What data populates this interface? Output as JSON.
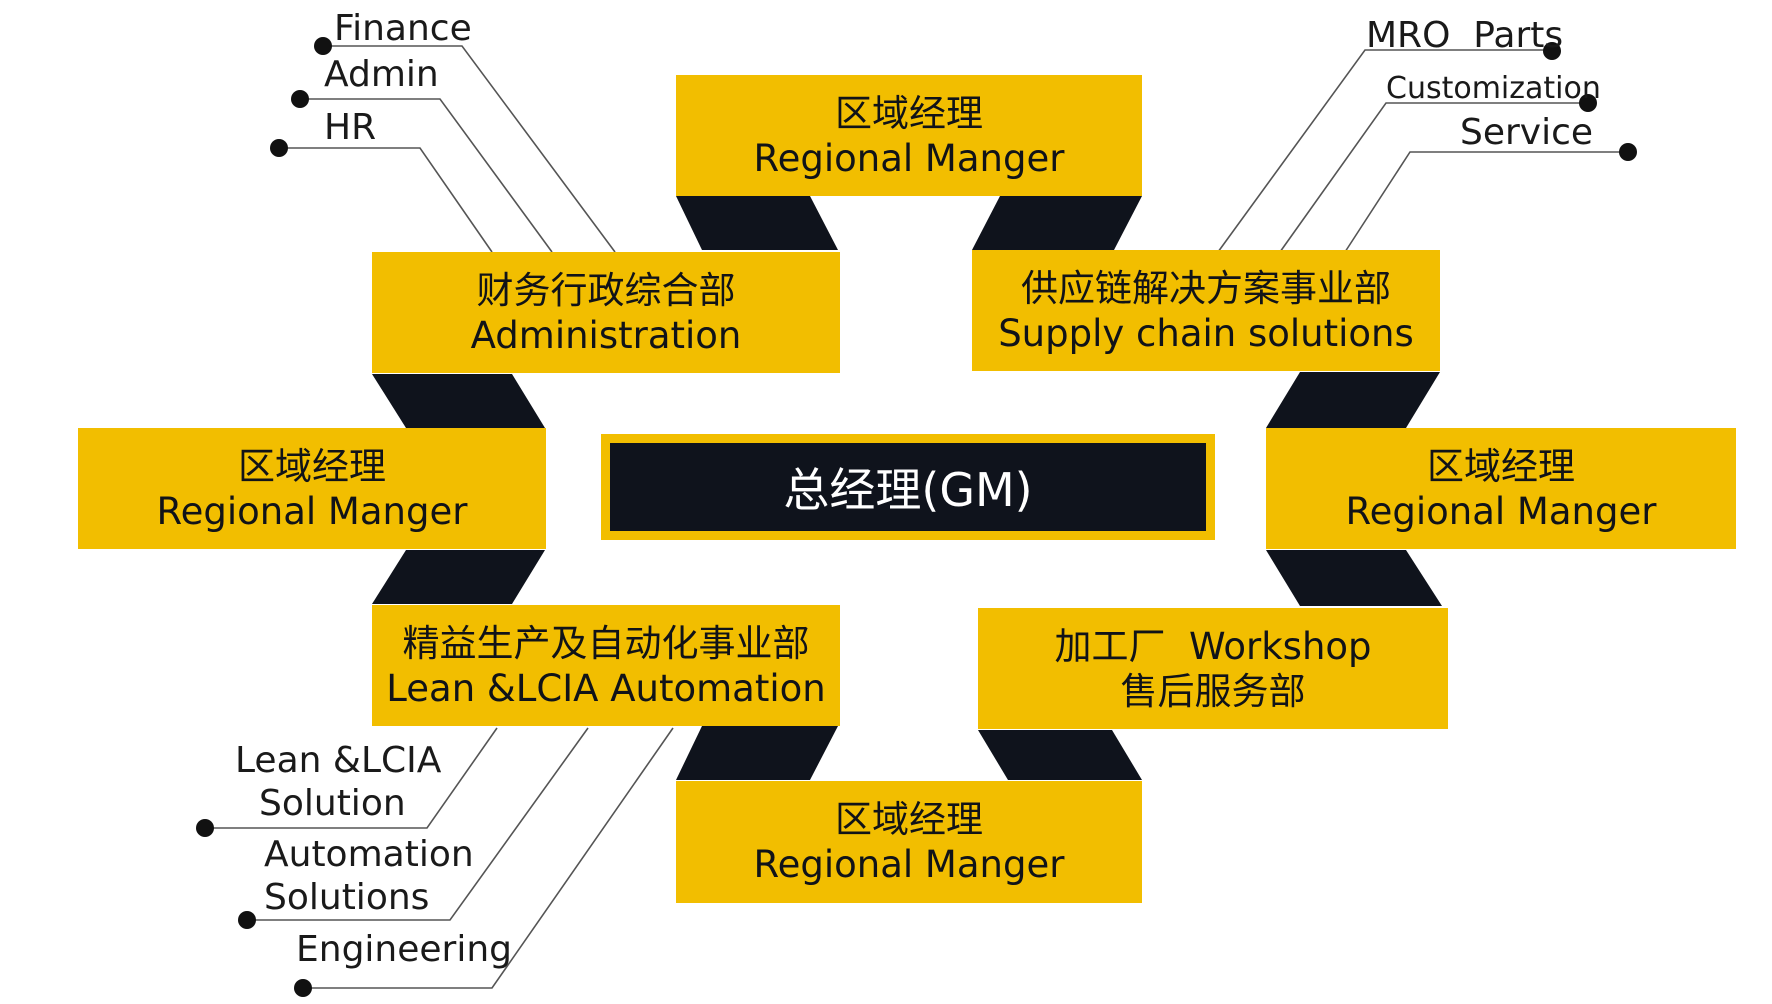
{
  "center": {
    "label": "总经理(GM)"
  },
  "boxes": {
    "regional_top": {
      "cn": "区域经理",
      "en": "Regional Manger"
    },
    "admin": {
      "cn": "财务行政综合部",
      "en": "Administration"
    },
    "supply": {
      "cn": "供应链解决方案事业部",
      "en": "Supply chain solutions"
    },
    "regional_left": {
      "cn": "区域经理",
      "en": "Regional Manger"
    },
    "regional_right": {
      "cn": "区域经理",
      "en": "Regional Manger"
    },
    "lean": {
      "cn": "精益生产及自动化事业部",
      "en": "Lean &LCIA Automation"
    },
    "workshop": {
      "line1": "加工厂  Workshop",
      "line2": "售后服务部"
    },
    "regional_bottom": {
      "cn": "区域经理",
      "en": "Regional Manger"
    }
  },
  "callouts": {
    "finance": "Finance",
    "admin": "Admin",
    "hr": "HR",
    "mro_parts": "MRO  Parts",
    "customization": "Customization",
    "service": "Service",
    "lean_solution_1": "Lean &LCIA",
    "lean_solution_2": "Solution",
    "automation_1": "Automation",
    "automation_2": "Solutions",
    "engineering": "Engineering"
  },
  "colors": {
    "box_yellow": "#f2be00",
    "dark_navy": "#0f131c",
    "line_gray": "#555555",
    "dot_black": "#111111"
  }
}
